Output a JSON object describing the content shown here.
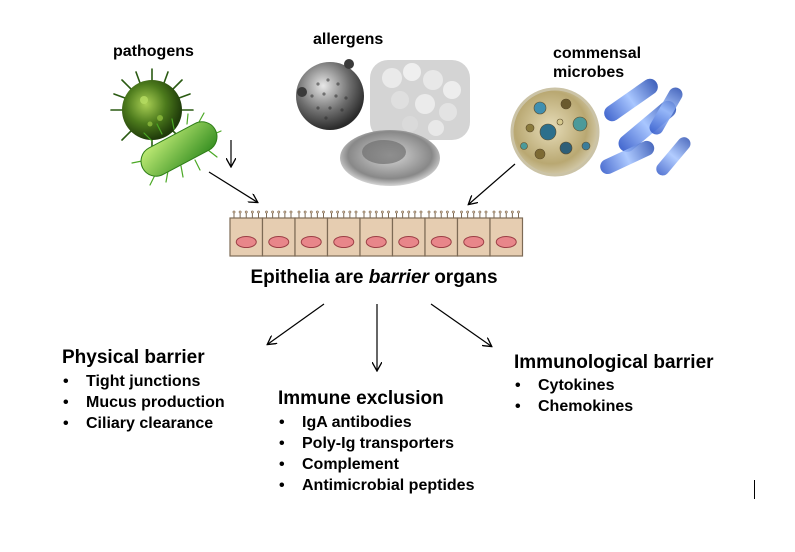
{
  "sources": {
    "pathogens": "pathogens",
    "allergens": "allergens",
    "commensal_line1": "commensal",
    "commensal_line2": "microbes"
  },
  "central_statement": {
    "prefix": "Epithelia are ",
    "emphasis": "barrier",
    "suffix": " organs"
  },
  "barriers": {
    "physical": {
      "title": "Physical barrier",
      "items": [
        "Tight junctions",
        "Mucus production",
        "Ciliary clearance"
      ]
    },
    "exclusion": {
      "title": "Immune exclusion",
      "items": [
        "IgA antibodies",
        "Poly-Ig transporters",
        "Complement",
        "Antimicrobial peptides"
      ]
    },
    "immunological": {
      "title": "Immunological barrier",
      "items": [
        "Cytokines",
        "Chemokines"
      ]
    }
  },
  "epithelium": {
    "cell_count": 9
  },
  "colors": {
    "cell_fill": "#e6cdb1",
    "cell_border": "#7d6a55",
    "nucleus_fill": "#e8868a",
    "nucleus_border": "#9b3e45"
  }
}
